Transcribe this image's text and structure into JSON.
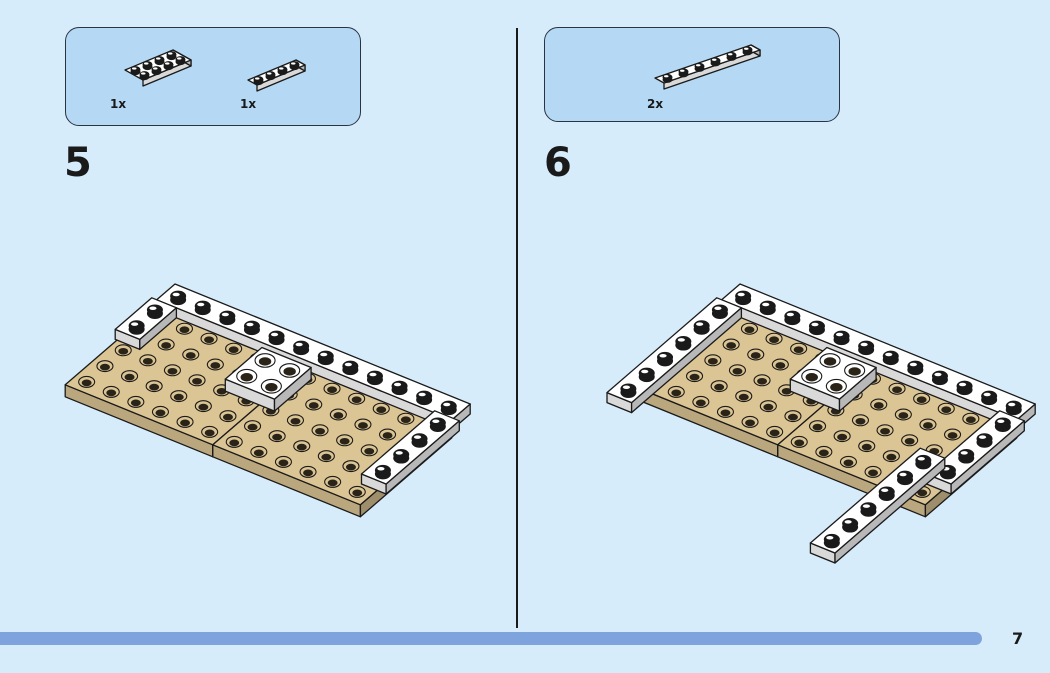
{
  "colors": {
    "background": "#d6ecfb",
    "parts_box": "#b5d9f4",
    "progress": "#7fa3dc",
    "tan": "#dcc594",
    "white": "#ffffff"
  },
  "steps": [
    {
      "number": "5",
      "parts": [
        {
          "name": "plate-2x4-white",
          "count": "1x"
        },
        {
          "name": "plate-1x4-white",
          "count": "1x"
        }
      ]
    },
    {
      "number": "6",
      "parts": [
        {
          "name": "plate-1x6-white",
          "count": "2x"
        }
      ]
    }
  ],
  "page_number": "7",
  "progress_fraction": 0.935
}
